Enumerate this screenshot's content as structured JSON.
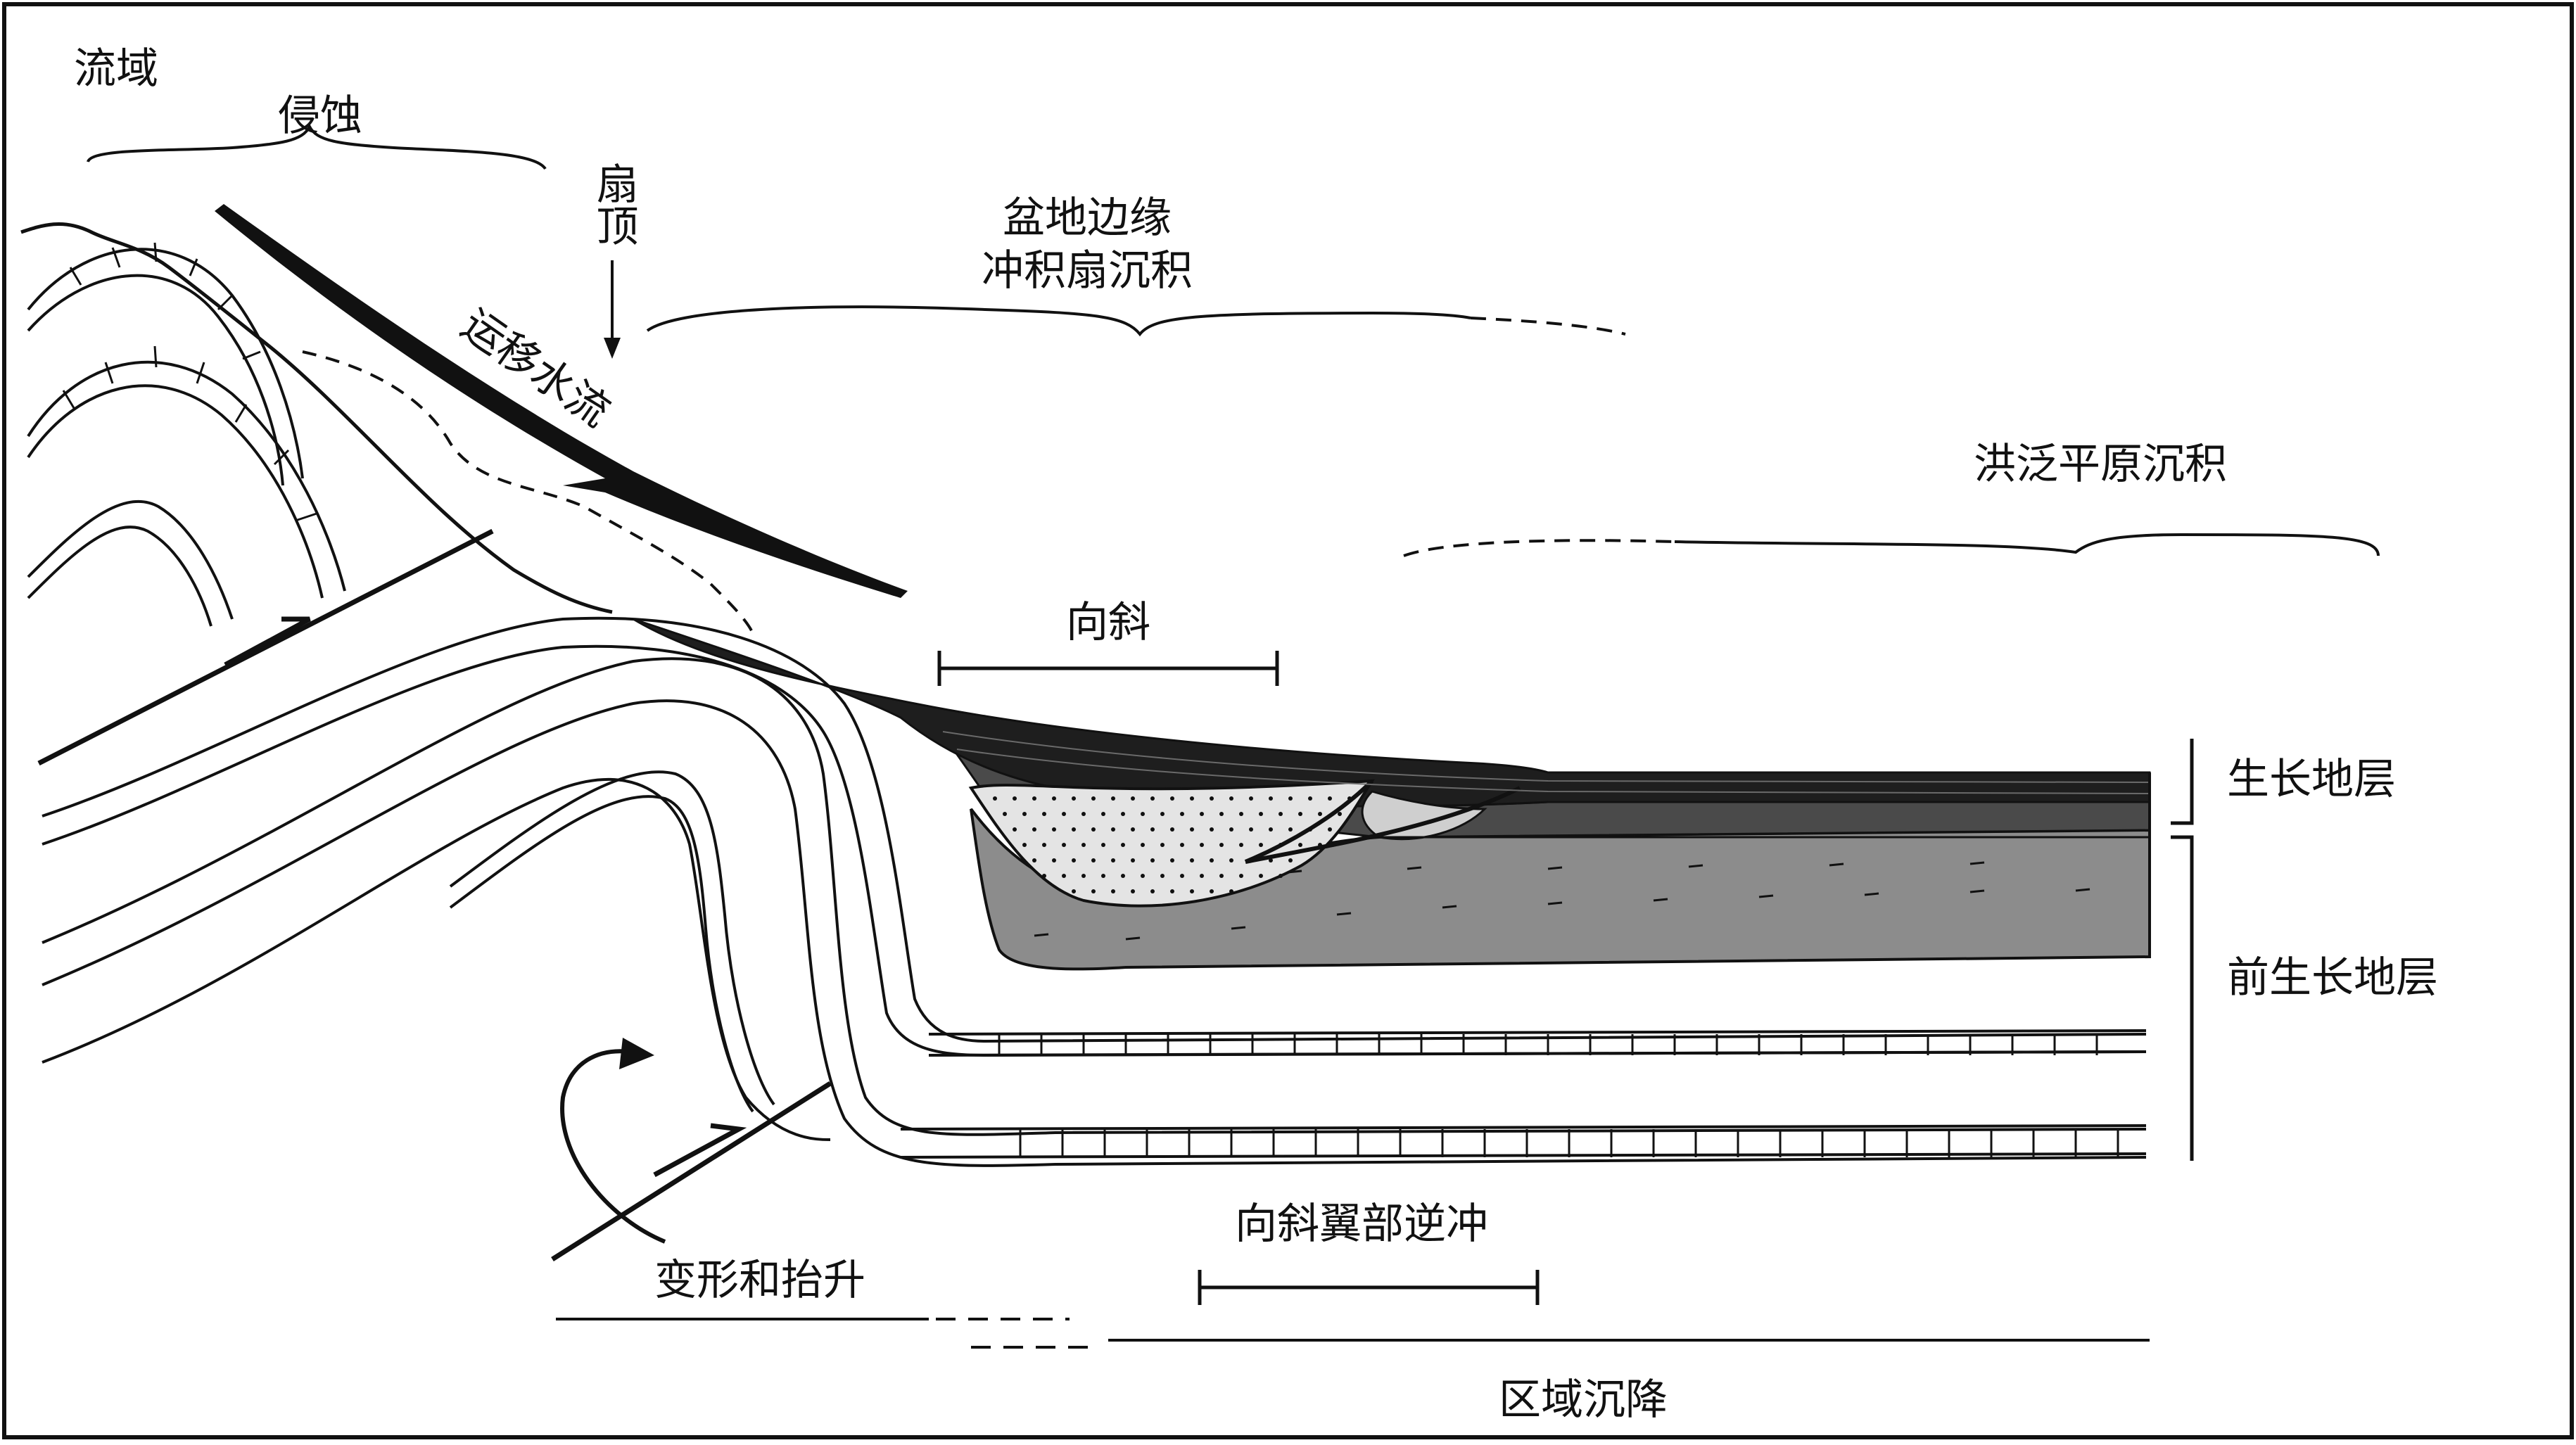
{
  "labels": {
    "basin": "流域",
    "erosion": "侵蚀",
    "fan_apex": "扇顶",
    "flow": "运移水流",
    "fan_title_line1": "盆地边缘",
    "fan_title_line2": "冲积扇沉积",
    "floodplain": "洪泛平原沉积",
    "syncline": "向斜",
    "growth_strata": "生长地层",
    "pre_growth_strata": "前生长地层",
    "flank_thrust": "向斜翼部逆冲",
    "deform_uplift": "变形和抬升",
    "regional_subsidence": "区域沉降"
  },
  "colors": {
    "growth_dark": "#1e1e1e",
    "growth_mid": "#4a4a4a",
    "pregrowth_gray": "#8c8c8c",
    "fan_lens_light": "#e4e4e4",
    "line": "#111111"
  }
}
